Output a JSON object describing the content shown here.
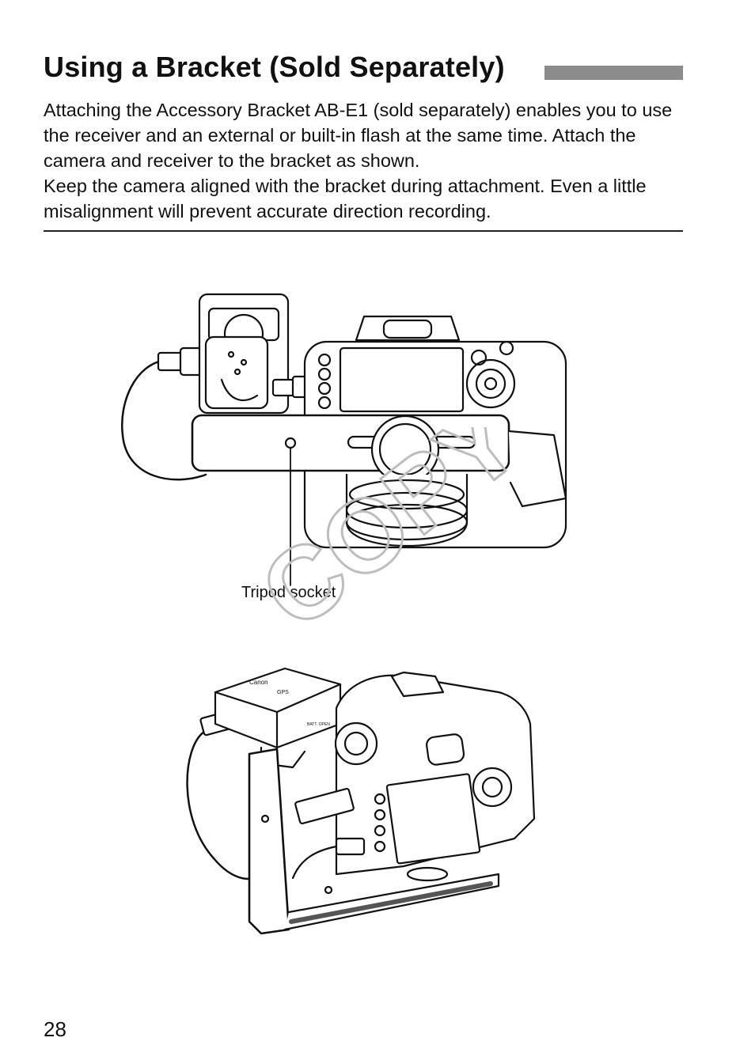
{
  "page": {
    "title": "Using a Bracket (Sold Separately)",
    "paragraphs": [
      "Attaching the Accessory Bracket AB-E1 (sold separately) enables you to use the receiver and an external or built-in flash at the same time. Attach the camera and receiver to the bracket as shown.",
      "Keep the camera aligned with the bracket during attachment. Even a little misalignment will prevent accurate direction recording."
    ],
    "page_number": "28"
  },
  "figures": {
    "top_callout": "Tripod socket",
    "receiver_markings": [
      "BATT. OPEN",
      "Canon",
      "GPS"
    ]
  },
  "watermark": {
    "text": "COPY",
    "color": "#bdbdbd"
  },
  "colors": {
    "title_bar": "#8c8c8c",
    "ink": "#111111"
  }
}
